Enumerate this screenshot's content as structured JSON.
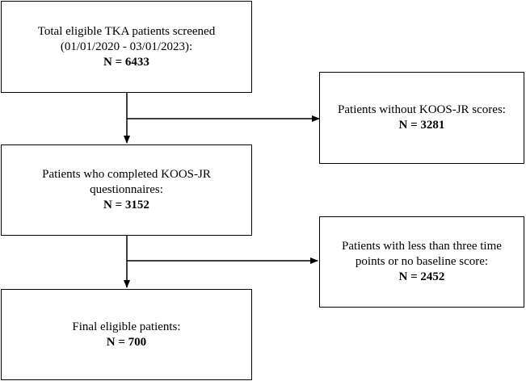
{
  "flowchart": {
    "screened": {
      "lines": [
        "Total eligible TKA patients screened",
        "(01/01/2020 - 03/01/2023):"
      ],
      "count": "N = 6433"
    },
    "excluded_no_scores": {
      "lines": [
        "Patients without KOOS-JR scores:"
      ],
      "count": "N = 3281"
    },
    "completed": {
      "lines": [
        "Patients who completed KOOS-JR",
        "questionnaires:"
      ],
      "count": "N = 3152"
    },
    "excluded_timepoints": {
      "lines": [
        "Patients with less than three time",
        "points or no baseline score:"
      ],
      "count": "N = 2452"
    },
    "final": {
      "lines": [
        "Final eligible patients:"
      ],
      "count": "N = 700"
    }
  }
}
